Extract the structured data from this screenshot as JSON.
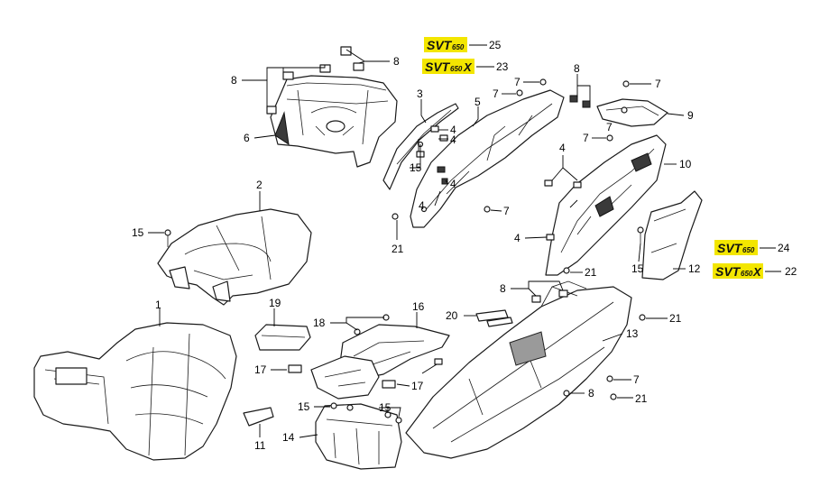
{
  "diagram": {
    "callouts": [
      {
        "id": "c1",
        "label": "1"
      },
      {
        "id": "c2",
        "label": "2"
      },
      {
        "id": "c3",
        "label": "3"
      },
      {
        "id": "c4a",
        "label": "4"
      },
      {
        "id": "c4b",
        "label": "4"
      },
      {
        "id": "c4c",
        "label": "4"
      },
      {
        "id": "c4d",
        "label": "4"
      },
      {
        "id": "c4e",
        "label": "4"
      },
      {
        "id": "c4f",
        "label": "4"
      },
      {
        "id": "c5",
        "label": "5"
      },
      {
        "id": "c6",
        "label": "6"
      },
      {
        "id": "c7a",
        "label": "7"
      },
      {
        "id": "c7b",
        "label": "7"
      },
      {
        "id": "c7c",
        "label": "7"
      },
      {
        "id": "c7d",
        "label": "7"
      },
      {
        "id": "c7e",
        "label": "7"
      },
      {
        "id": "c7f",
        "label": "7"
      },
      {
        "id": "c7g",
        "label": "7"
      },
      {
        "id": "c8a",
        "label": "8"
      },
      {
        "id": "c8b",
        "label": "8"
      },
      {
        "id": "c8c",
        "label": "8"
      },
      {
        "id": "c8d",
        "label": "8"
      },
      {
        "id": "c8e",
        "label": "8"
      },
      {
        "id": "c9",
        "label": "9"
      },
      {
        "id": "c10",
        "label": "10"
      },
      {
        "id": "c11",
        "label": "11"
      },
      {
        "id": "c12",
        "label": "12"
      },
      {
        "id": "c13",
        "label": "13"
      },
      {
        "id": "c14",
        "label": "14"
      },
      {
        "id": "c15a",
        "label": "15"
      },
      {
        "id": "c15b",
        "label": "15"
      },
      {
        "id": "c15c",
        "label": "15"
      },
      {
        "id": "c15d",
        "label": "15"
      },
      {
        "id": "c15e",
        "label": "15"
      },
      {
        "id": "c16",
        "label": "16"
      },
      {
        "id": "c17a",
        "label": "17"
      },
      {
        "id": "c17b",
        "label": "17"
      },
      {
        "id": "c18",
        "label": "18"
      },
      {
        "id": "c19",
        "label": "19"
      },
      {
        "id": "c20",
        "label": "20"
      },
      {
        "id": "c21a",
        "label": "21"
      },
      {
        "id": "c21b",
        "label": "21"
      },
      {
        "id": "c21c",
        "label": "21"
      },
      {
        "id": "c21d",
        "label": "21"
      },
      {
        "id": "c22",
        "label": "22"
      },
      {
        "id": "c23",
        "label": "23"
      },
      {
        "id": "c24",
        "label": "24"
      },
      {
        "id": "c25",
        "label": "25"
      }
    ],
    "badges": [
      {
        "id": "b25",
        "main": "SVT",
        "sub": "650",
        "suffix": ""
      },
      {
        "id": "b23",
        "main": "SVT",
        "sub": "650",
        "suffix": "X"
      },
      {
        "id": "b24",
        "main": "SVT",
        "sub": "650",
        "suffix": ""
      },
      {
        "id": "b22",
        "main": "SVT",
        "sub": "650",
        "suffix": "X"
      }
    ],
    "colors": {
      "badge_background": "#f3e600",
      "line": "#1a1a1a"
    }
  }
}
